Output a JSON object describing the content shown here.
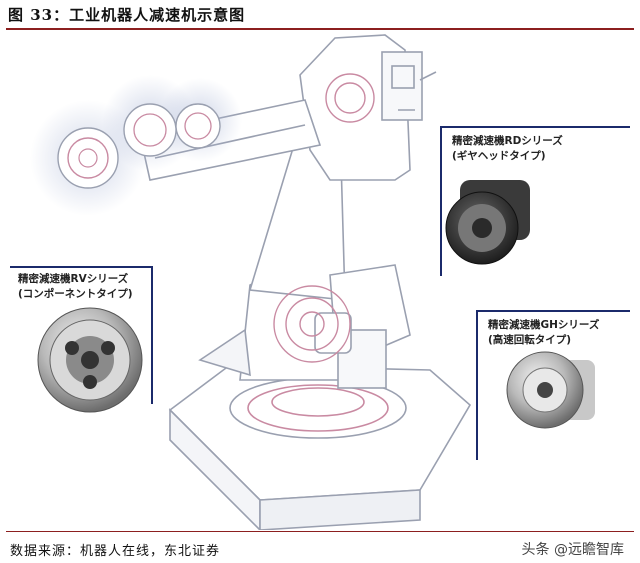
{
  "figure": {
    "title": "图 33：工业机器人减速机示意图",
    "source": "数据来源：机器人在线，东北证券",
    "watermark": "头条 @远瞻智库"
  },
  "callouts": {
    "rv": {
      "line1": "精密減速機RVシリーズ",
      "line2": "(コンポーネントタイプ)"
    },
    "rd": {
      "line1": "精密減速機RDシリーズ",
      "line2": "(ギヤヘッドタイプ)"
    },
    "gh": {
      "line1": "精密減速機GHシリーズ",
      "line2": "(高速回転タイプ)"
    }
  },
  "colors": {
    "accent_red": "#8c1f1f",
    "callout_navy": "#1b2a6b",
    "robot_line": "#9aa0b0",
    "gear_highlight": "#c98aa2"
  }
}
